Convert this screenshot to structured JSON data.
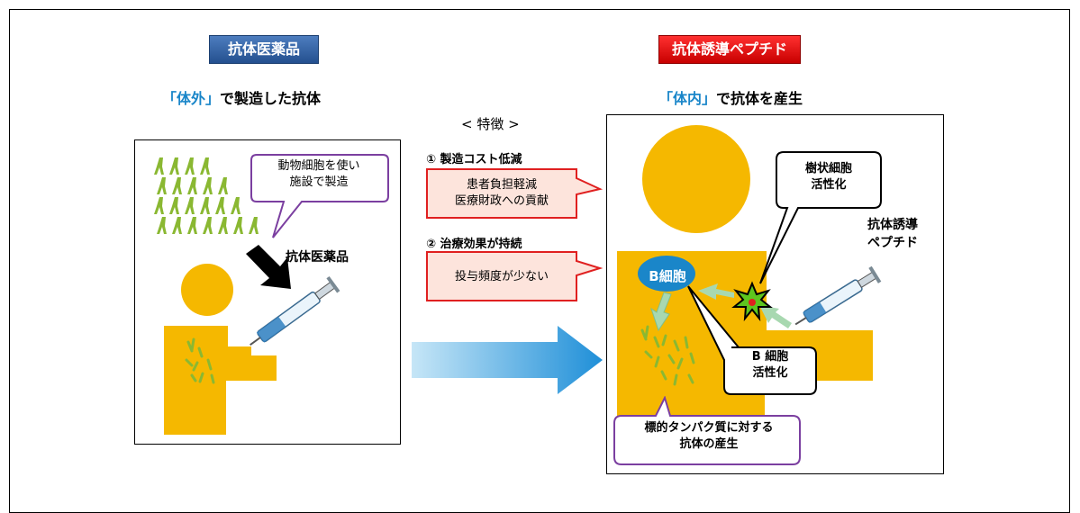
{
  "left": {
    "title": "抗体医薬品",
    "subtitle_quote_open": "「",
    "subtitle_key": "体外",
    "subtitle_quote_close": "」",
    "subtitle_rest": "で製造した抗体",
    "callout_line1": "動物細胞を使い",
    "callout_line2": "施設で製造",
    "drug_label": "抗体医薬品"
  },
  "middle": {
    "heading": "< 特徴 >",
    "feature1_label": "① 製造コスト低減",
    "feature1_box_line1": "患者負担軽減",
    "feature1_box_line2": "医療財政への貢献",
    "feature2_label": "② 治療効果が持続",
    "feature2_box_line1": "投与頻度が少ない"
  },
  "right": {
    "title": "抗体誘導ペプチド",
    "subtitle_quote_open": "「",
    "subtitle_key": "体内",
    "subtitle_quote_close": "」",
    "subtitle_rest": "で抗体を産生",
    "dendritic_line1": "樹状細胞",
    "dendritic_line2": "活性化",
    "peptide_line1": "抗体誘導",
    "peptide_line2": "ペプチド",
    "bcell_label": "B細胞",
    "bcell_callout_line1": "B 細胞",
    "bcell_callout_line2": "活性化",
    "antibody_line1": "標的タンパク質に対する",
    "antibody_line2": "抗体の産生"
  },
  "colors": {
    "figure": "#f5b800",
    "antibody": "#8ab832",
    "accent_blue": "#1a86c9",
    "callout_purple": "#7b3fa0",
    "callout_red": "#e02020",
    "callout_fill": "#fde4dc"
  }
}
